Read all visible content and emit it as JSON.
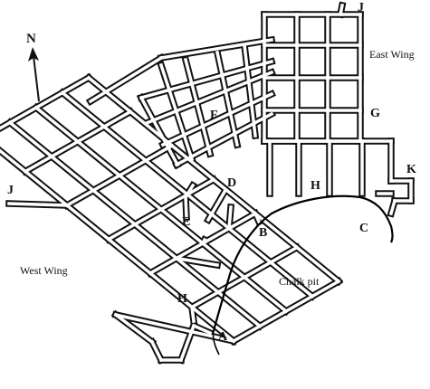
{
  "colors": {
    "ink": "#111111",
    "paper": "#ffffff",
    "cliff": "#000000"
  },
  "north": {
    "letter": "N",
    "icon": "north-arrow-icon"
  },
  "labels": {
    "A": "A",
    "B": "B",
    "C": "C",
    "D": "D",
    "E": "E",
    "F": "F",
    "G": "G",
    "H_west": "H",
    "H_east": "H",
    "J_west": "J",
    "J_east": "J",
    "K": "K",
    "east_wing": "East Wing",
    "west_wing": "West Wing",
    "chalk_pit": "Chalk pit"
  }
}
